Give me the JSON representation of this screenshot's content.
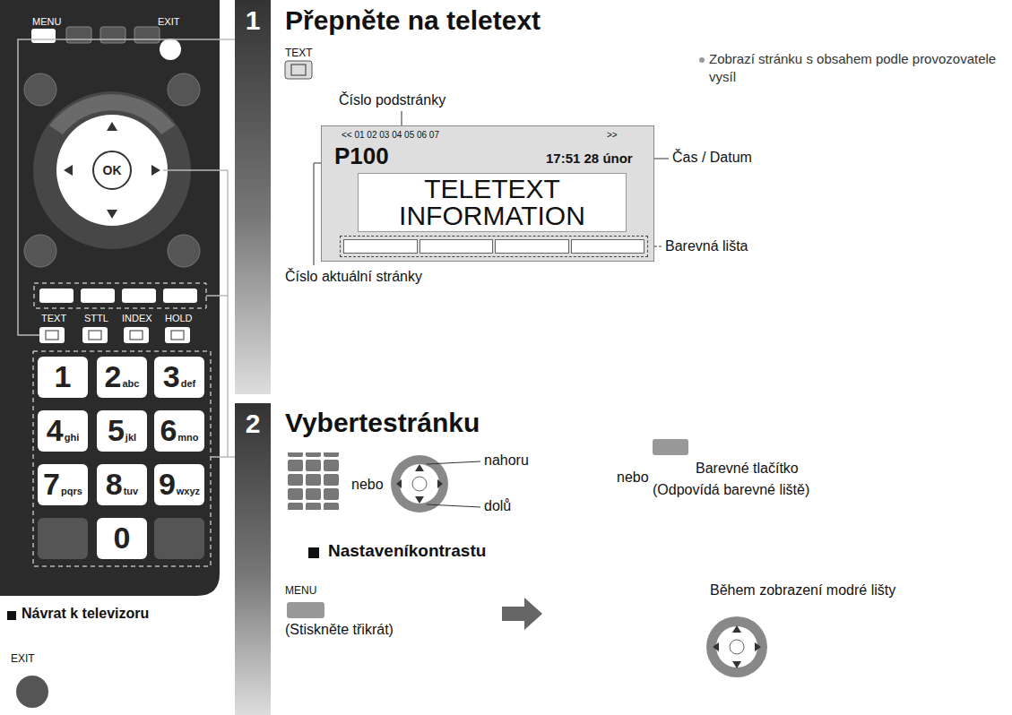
{
  "diagram": {
    "nodes": [
      {
        "text": [
          "OK"
        ]
      },
      {
        "text": [
          "1"
        ]
      },
      {
        "text": [
          "2",
          "abc"
        ]
      },
      {
        "text": [
          "3",
          "def"
        ]
      },
      {
        "text": [
          "4",
          "ghi"
        ]
      },
      {
        "text": [
          "5",
          "jkl"
        ]
      },
      {
        "text": [
          "6",
          "mno"
        ]
      },
      {
        "text": [
          "7",
          "pqrs"
        ]
      },
      {
        "text": [
          "8",
          "tuv"
        ]
      },
      {
        "text": [
          "9",
          "wxyz"
        ]
      },
      {
        "text": [
          "0"
        ]
      },
      {
        "text": [
          "1"
        ]
      },
      {
        "text": [
          "<< 01 02 03 04 05 06 07",
          ">>",
          "P100",
          "17:51 28 únor"
        ]
      },
      {
        "text": [
          "TELETEXT INFORMATION"
        ],
        "in": 12
      },
      {
        "text": [
          "2"
        ]
      }
    ],
    "labels": [
      "MENU",
      "EXIT",
      "TEXT",
      "STTL",
      "INDEX",
      "HOLD",
      "Přepněte na teletext",
      "TEXT",
      "Zobrazí stránku s obsahem podle provozovatele vysíl",
      "Číslo podstránky",
      "Čas / Datum",
      "Barevná lišta",
      "Číslo aktuální stránky",
      "Vybertestránku",
      "nebo",
      "nahoru",
      "dolů",
      "nebo",
      "Barevné tlačítko",
      "(Odpovídá barevné liště)",
      "Nastaveníkontrastu",
      "MENU",
      "(Stiskněte třikrát)",
      "Během zobrazení modré lišty",
      "Návrat k televizoru",
      "EXIT"
    ]
  }
}
